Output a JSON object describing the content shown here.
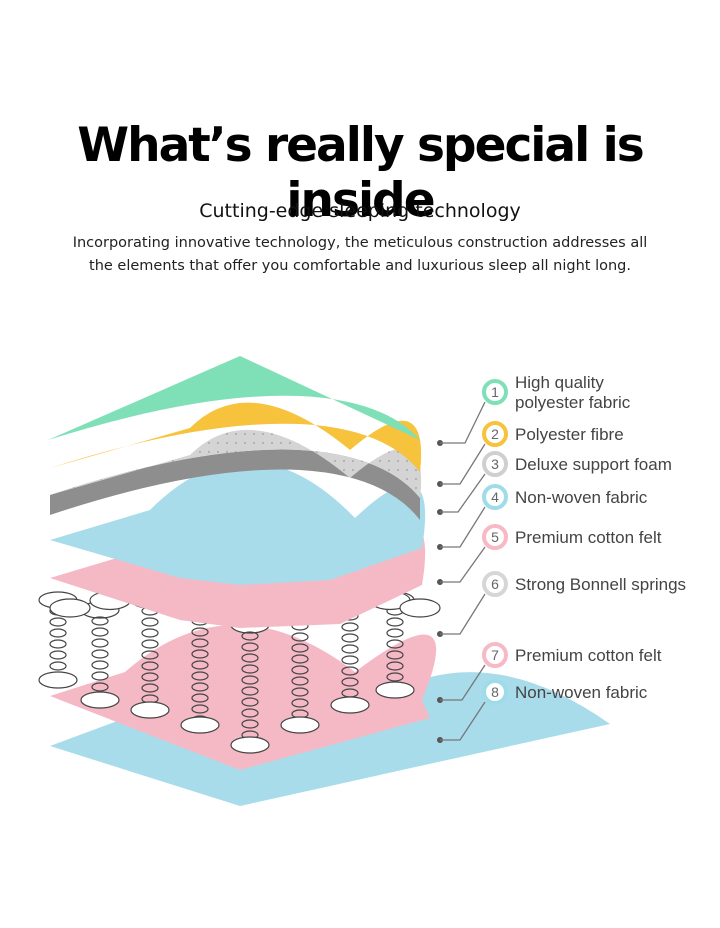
{
  "header": {
    "title": "What’s really special is inside",
    "subtitle": "Cutting-edge sleeping technology",
    "description": "Incorporating innovative technology, the meticulous construction addresses all the elements that offer you comfortable and luxurious sleep all night long."
  },
  "layers": [
    {
      "number": "1",
      "label_lines": [
        "High quality",
        "polyester fabric"
      ],
      "color": "#7fe0b8"
    },
    {
      "number": "2",
      "label_lines": [
        "Polyester fibre"
      ],
      "color": "#f7c23c"
    },
    {
      "number": "3",
      "label_lines": [
        "Deluxe support foam"
      ],
      "color": "#cfcfcf"
    },
    {
      "number": "4",
      "label_lines": [
        "Non-woven fabric"
      ],
      "color": "#9fdcea"
    },
    {
      "number": "5",
      "label_lines": [
        "Premium cotton felt"
      ],
      "color": "#f7b9c6"
    },
    {
      "number": "6",
      "label_lines": [
        "Strong Bonnell springs"
      ],
      "color": "#d6d6d6"
    },
    {
      "number": "7",
      "label_lines": [
        "Premium cotton felt"
      ],
      "color": "#f7b9c6"
    },
    {
      "number": "8",
      "label_lines": [
        "Non-woven fabric"
      ],
      "color": "#9fdcea"
    }
  ]
}
